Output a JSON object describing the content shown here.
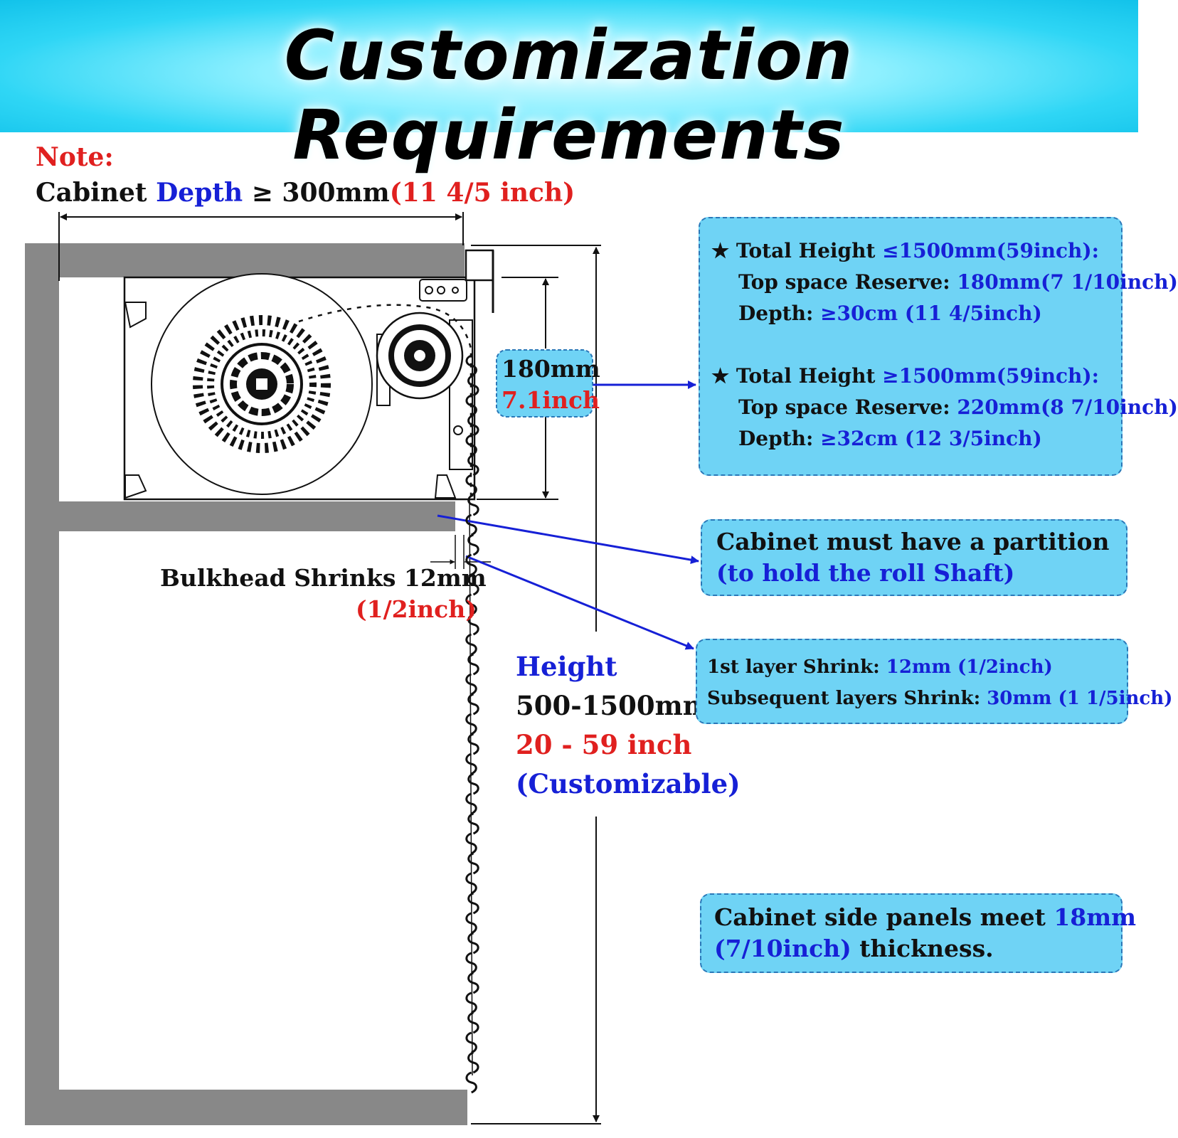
{
  "title": "Customization Requirements",
  "note": {
    "label": "Note:",
    "depth_prefix": "Cabinet ",
    "depth_word": "Depth",
    "depth_value": " ≥ 300mm",
    "depth_inch": "(11 4/5 inch)"
  },
  "top_reserve": {
    "mm": "180mm",
    "inch": "7.1inch"
  },
  "bulkhead": {
    "label": "Bulkhead Shrinks 12mm",
    "inch": "(1/2inch)"
  },
  "height": {
    "label": "Height",
    "range_mm": "500-1500mm",
    "range_inch": "20 - 59 inch",
    "note": "(Customizable)"
  },
  "box_height_rules": {
    "rule1": {
      "star": "★",
      "label": " Total Height ",
      "value": "≤1500mm(59inch):",
      "reserve_label": "Top space Reserve: ",
      "reserve_value": "180mm(7 1/10inch)",
      "depth_label": "Depth: ",
      "depth_value": "≥30cm (11 4/5inch)"
    },
    "rule2": {
      "star": "★",
      "label": " Total Height ",
      "value": "≥1500mm(59inch):",
      "reserve_label": "Top space Reserve: ",
      "reserve_value": "220mm(8 7/10inch)",
      "depth_label": "Depth: ",
      "depth_value": "≥32cm (12 3/5inch)"
    }
  },
  "box_partition": {
    "line1": "Cabinet must have a partition",
    "line2": "(to hold the roll Shaft)"
  },
  "box_shrink": {
    "line1_label": "1st layer Shrink: ",
    "line1_value": "12mm (1/2inch)",
    "line2_label": "Subsequent layers Shrink: ",
    "line2_value": "30mm (1 1/5inch)"
  },
  "box_panels": {
    "text1": "Cabinet side panels meet ",
    "value1": "18mm",
    "value2": "(7/10inch)",
    "text2": " thickness."
  },
  "colors": {
    "banner": "#2fd6f5",
    "cabinet": "#888888",
    "note_box": "#6fd3f5",
    "red_text": "#e0201f",
    "blue_text": "#1620d6"
  }
}
